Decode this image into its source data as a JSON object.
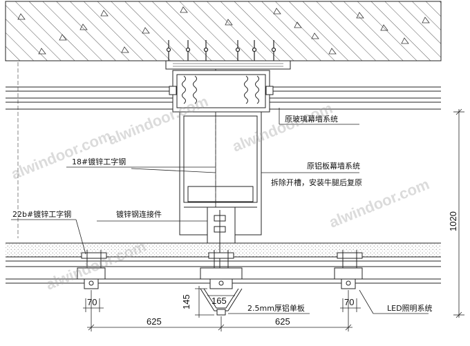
{
  "labels": {
    "original_glass_curtain_wall": "原玻璃幕墙系统",
    "i_beam_18": "18#镀锌工字钢",
    "original_aluminum_curtain_wall": "原铝板幕墙系统",
    "remove_and_restore_note": "拆除开槽，安装牛腿后复原",
    "i_beam_22b": "22b#镀锌工字钢",
    "galvanized_steel_connector": "镀锌钢连接件",
    "aluminum_single_panel": "2.5mm厚铝单板",
    "led_lighting_system": "LED照明系统"
  },
  "dimensions": {
    "height_1020": "1020",
    "width_70_left": "70",
    "width_70_right": "70",
    "height_145": "145",
    "width_165": "165",
    "span_625_left": "625",
    "span_625_right": "625"
  },
  "watermarks": [
    "alwindoor.com",
    "alwindoor.com",
    "alwindoor.com",
    "alwindoor.com",
    "alwindoor.com"
  ],
  "colors": {
    "line": "#222222",
    "hatch": "#444444",
    "dots": "#777777"
  }
}
